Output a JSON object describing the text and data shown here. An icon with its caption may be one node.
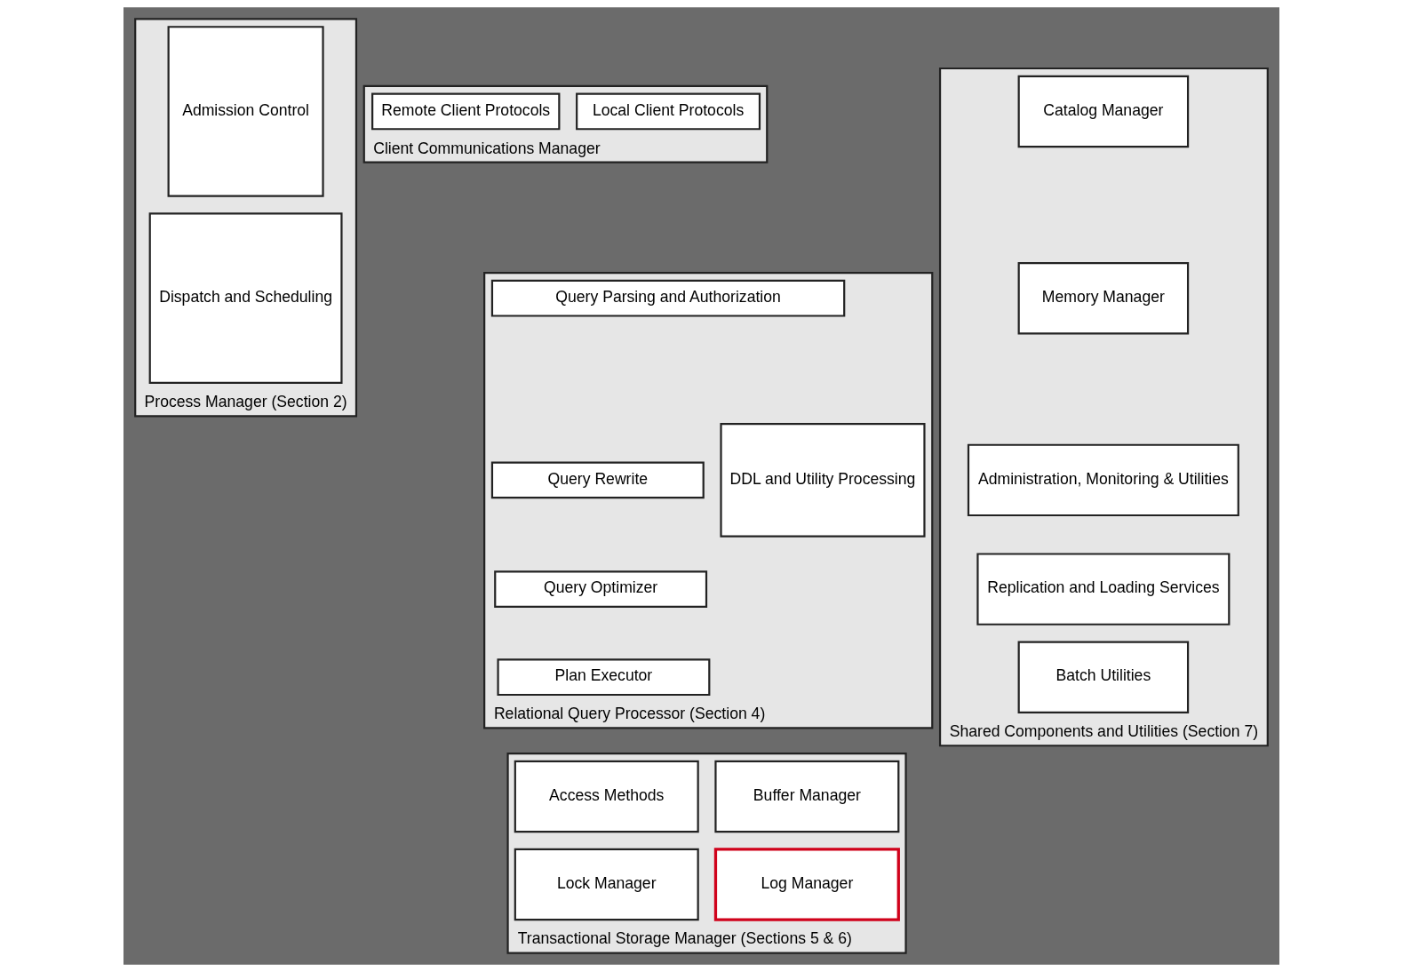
{
  "diagram": {
    "nodes": [
      {
        "text": [
          "Process Manager (Section 2)"
        ]
      },
      {
        "text": [
          "Admission Control"
        ],
        "in": 0
      },
      {
        "text": [
          "Dispatch and Scheduling"
        ],
        "in": 0
      },
      {
        "text": [
          "Client Communications Manager"
        ]
      },
      {
        "text": [
          "Local Client Protocols"
        ],
        "in": 3
      },
      {
        "text": [
          "Remote Client Protocols"
        ],
        "in": 3
      },
      {
        "text": [
          "Relational Query Processor (Section 4)"
        ]
      },
      {
        "text": [
          "Query Parsing and Authorization"
        ],
        "in": 6
      },
      {
        "text": [
          "Query Rewrite"
        ],
        "in": 6
      },
      {
        "text": [
          "Query Optimizer"
        ],
        "in": 6
      },
      {
        "text": [
          "Plan Executor"
        ],
        "in": 6
      },
      {
        "text": [
          "DDL and Utility Processing"
        ],
        "in": 6
      },
      {
        "text": [
          "Transactional Storage Manager (Sections 5 & 6)"
        ]
      },
      {
        "text": [
          "Access Methods"
        ],
        "in": 12
      },
      {
        "text": [
          "Buffer Manager"
        ],
        "in": 12
      },
      {
        "text": [
          "Lock Manager"
        ],
        "in": 12
      },
      {
        "text": [
          "Log Manager"
        ],
        "in": 12
      },
      {
        "text": [
          "Shared Components and Utilities (Section 7)"
        ]
      },
      {
        "text": [
          "Catalog Manager"
        ],
        "in": 17
      },
      {
        "text": [
          "Memory Manager"
        ],
        "in": 17
      },
      {
        "text": [
          "Administration, Monitoring & Utilities"
        ],
        "in": 17
      },
      {
        "text": [
          "Replication and Loading Services"
        ],
        "in": 17
      },
      {
        "text": [
          "Batch Utilities"
        ],
        "in": 17
      }
    ],
    "edges": []
  }
}
